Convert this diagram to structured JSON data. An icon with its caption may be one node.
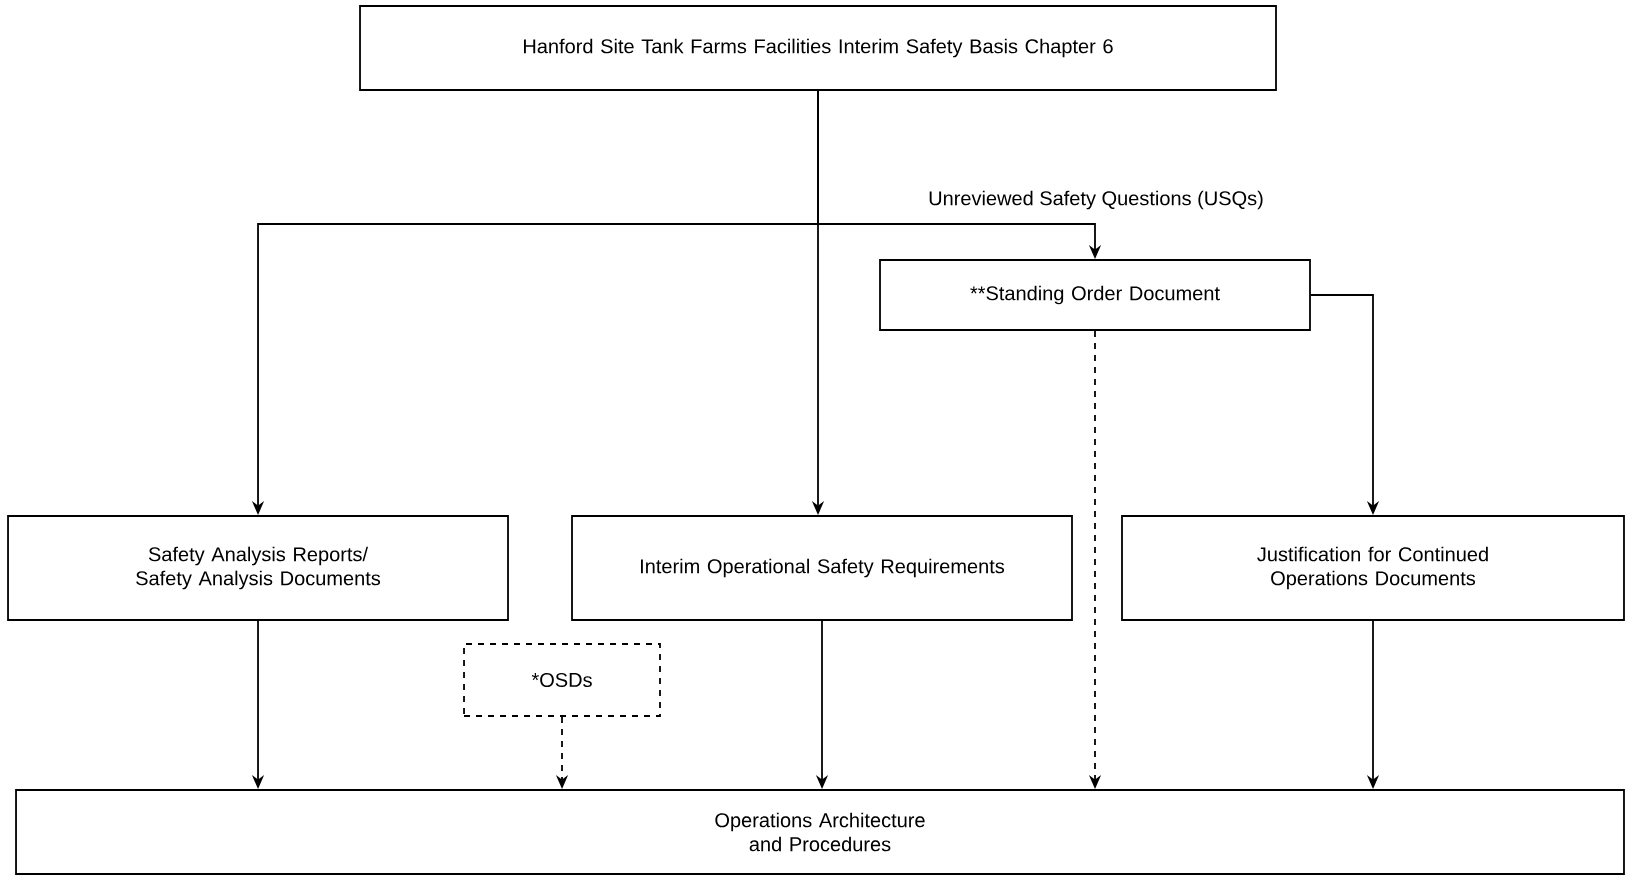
{
  "diagram": {
    "nodes": [
      {
        "text": [
          "Hanford Site Tank Farms Facilities Interim Safety Basis Chapter 6"
        ]
      },
      {
        "text": [
          "**Standing Order Document"
        ]
      },
      {
        "text": [
          "Safety Analysis Reports/ Safety Analysis Documents"
        ]
      },
      {
        "text": [
          "Interim Operational Safety Requirements"
        ]
      },
      {
        "text": [
          "Justification for Continued Operations Documents"
        ]
      },
      {
        "text": [
          "*OSDs"
        ]
      },
      {
        "text": [
          "Operations Architecture and Procedures"
        ]
      }
    ],
    "edges": [
      {
        "from": 0,
        "to": 1,
        "arrow": "to",
        "label": "Unreviewed Safety Questions (USQs)"
      },
      {
        "from": 0,
        "to": 2,
        "arrow": "to"
      },
      {
        "from": 0,
        "to": 3,
        "arrow": "to"
      },
      {
        "from": 1,
        "to": 4,
        "arrow": "to"
      },
      {
        "from": 1,
        "to": 6,
        "arrow": "to",
        "style": "dashed"
      },
      {
        "from": 5,
        "to": 6,
        "arrow": "to",
        "style": "dashed"
      },
      {
        "from": 2,
        "to": 6,
        "arrow": "to"
      },
      {
        "from": 3,
        "to": 6,
        "arrow": "to"
      },
      {
        "from": 4,
        "to": 6,
        "arrow": "to"
      }
    ]
  }
}
